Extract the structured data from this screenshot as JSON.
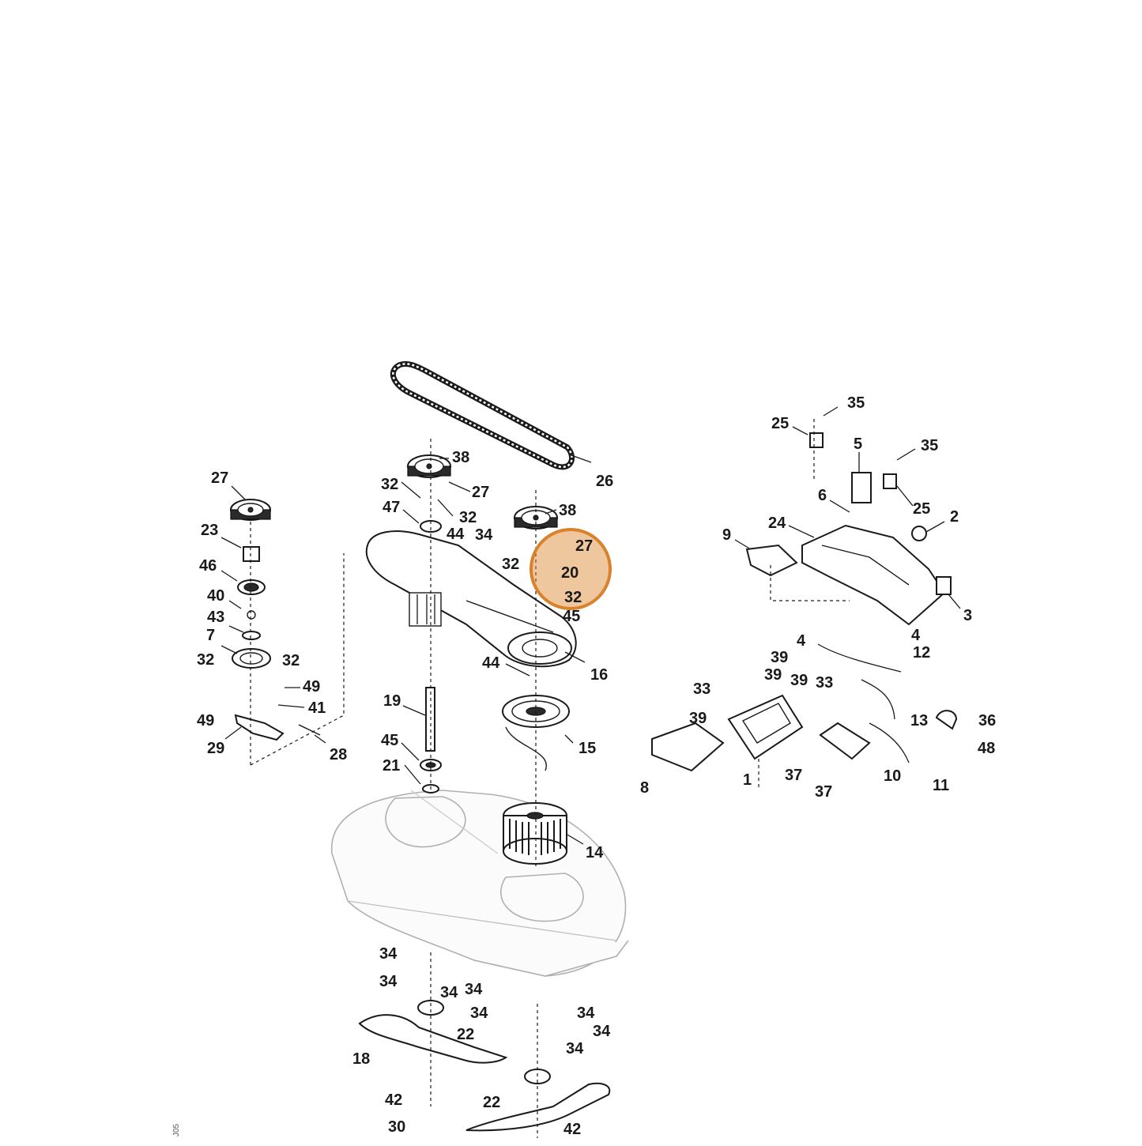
{
  "diagram": {
    "highlight": {
      "color": "#d9822b",
      "labels": [
        "27",
        "20",
        "32"
      ]
    },
    "callouts": [
      {
        "id": "c-35a",
        "text": "35"
      },
      {
        "id": "c-25a",
        "text": "25"
      },
      {
        "id": "c-5",
        "text": "5"
      },
      {
        "id": "c-35b",
        "text": "35"
      },
      {
        "id": "c-6",
        "text": "6"
      },
      {
        "id": "c-25b",
        "text": "25"
      },
      {
        "id": "c-2",
        "text": "2"
      },
      {
        "id": "c-24",
        "text": "24"
      },
      {
        "id": "c-9",
        "text": "9"
      },
      {
        "id": "c-3",
        "text": "3"
      },
      {
        "id": "c-4a",
        "text": "4"
      },
      {
        "id": "c-4b",
        "text": "4"
      },
      {
        "id": "c-12",
        "text": "12"
      },
      {
        "id": "c-39a",
        "text": "39"
      },
      {
        "id": "c-39b",
        "text": "39"
      },
      {
        "id": "c-39c",
        "text": "39"
      },
      {
        "id": "c-33a",
        "text": "33"
      },
      {
        "id": "c-33b",
        "text": "33"
      },
      {
        "id": "c-39d",
        "text": "39"
      },
      {
        "id": "c-13",
        "text": "13"
      },
      {
        "id": "c-36",
        "text": "36"
      },
      {
        "id": "c-48",
        "text": "48"
      },
      {
        "id": "c-8",
        "text": "8"
      },
      {
        "id": "c-1",
        "text": "1"
      },
      {
        "id": "c-37a",
        "text": "37"
      },
      {
        "id": "c-10",
        "text": "10"
      },
      {
        "id": "c-11",
        "text": "11"
      },
      {
        "id": "c-37b",
        "text": "37"
      },
      {
        "id": "c-26",
        "text": "26"
      },
      {
        "id": "c-38a",
        "text": "38"
      },
      {
        "id": "c-27a",
        "text": "27"
      },
      {
        "id": "c-32a",
        "text": "32"
      },
      {
        "id": "c-47",
        "text": "47"
      },
      {
        "id": "c-32b",
        "text": "32"
      },
      {
        "id": "c-44a",
        "text": "44"
      },
      {
        "id": "c-34a",
        "text": "34"
      },
      {
        "id": "c-38b",
        "text": "38"
      },
      {
        "id": "c-27b",
        "text": "27"
      },
      {
        "id": "c-32c",
        "text": "32"
      },
      {
        "id": "c-20",
        "text": "20"
      },
      {
        "id": "c-32d",
        "text": "32"
      },
      {
        "id": "c-45a",
        "text": "45"
      },
      {
        "id": "c-44b",
        "text": "44"
      },
      {
        "id": "c-16",
        "text": "16"
      },
      {
        "id": "c-19",
        "text": "19"
      },
      {
        "id": "c-15",
        "text": "15"
      },
      {
        "id": "c-45b",
        "text": "45"
      },
      {
        "id": "c-21",
        "text": "21"
      },
      {
        "id": "c-14",
        "text": "14"
      },
      {
        "id": "c-27c",
        "text": "27"
      },
      {
        "id": "c-23",
        "text": "23"
      },
      {
        "id": "c-46",
        "text": "46"
      },
      {
        "id": "c-40",
        "text": "40"
      },
      {
        "id": "c-43",
        "text": "43"
      },
      {
        "id": "c-7",
        "text": "7"
      },
      {
        "id": "c-32e",
        "text": "32"
      },
      {
        "id": "c-32f",
        "text": "32"
      },
      {
        "id": "c-49a",
        "text": "49"
      },
      {
        "id": "c-41",
        "text": "41"
      },
      {
        "id": "c-49b",
        "text": "49"
      },
      {
        "id": "c-29",
        "text": "29"
      },
      {
        "id": "c-28",
        "text": "28"
      },
      {
        "id": "c-34b",
        "text": "34"
      },
      {
        "id": "c-34c",
        "text": "34"
      },
      {
        "id": "c-34d",
        "text": "34"
      },
      {
        "id": "c-34e",
        "text": "34"
      },
      {
        "id": "c-34f",
        "text": "34"
      },
      {
        "id": "c-34g",
        "text": "34"
      },
      {
        "id": "c-34h",
        "text": "34"
      },
      {
        "id": "c-34i",
        "text": "34"
      },
      {
        "id": "c-22a",
        "text": "22"
      },
      {
        "id": "c-18",
        "text": "18"
      },
      {
        "id": "c-42a",
        "text": "42"
      },
      {
        "id": "c-22b",
        "text": "22"
      },
      {
        "id": "c-30",
        "text": "30"
      },
      {
        "id": "c-42b",
        "text": "42"
      }
    ]
  }
}
